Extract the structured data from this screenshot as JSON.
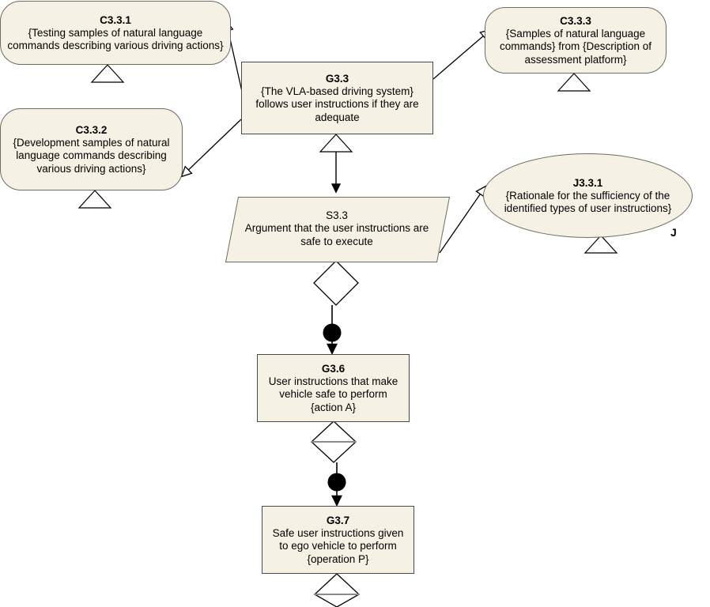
{
  "diagram": {
    "type": "gsn-assurance-case",
    "title": "",
    "background_color": "#ffffff",
    "node_fill_color": "#F5F1E4",
    "node_stroke_color": "#6e6a60",
    "connector_color": "#000000",
    "nodes": [
      {
        "key": "c331",
        "shape": "context",
        "id": "C3.3.1",
        "text": "{Testing samples of natural language commands describing various driving actions}",
        "has_module_marker": true
      },
      {
        "key": "c332",
        "shape": "context",
        "id": "C3.3.2",
        "text": "{Development samples of natural language commands describing various driving actions}",
        "has_module_marker": true
      },
      {
        "key": "c333",
        "shape": "context",
        "id": "C3.3.3",
        "text": "{Samples of natural language commands} from {Description of assessment platform}",
        "has_module_marker": true
      },
      {
        "key": "g33",
        "shape": "goal",
        "id": "G3.3",
        "text": "{The VLA-based driving system} follows user instructions if they are adequate",
        "has_module_marker": true
      },
      {
        "key": "j331",
        "shape": "justification",
        "id": "J3.3.1",
        "text": "{Rationale for the sufficiency of the identified types of user instructions}",
        "badge": "J",
        "has_module_marker": true
      },
      {
        "key": "s33",
        "shape": "strategy",
        "id": "S3.3",
        "text": "Argument that the user instructions are safe to execute",
        "has_undeveloped_marker": true
      },
      {
        "key": "g36",
        "shape": "goal",
        "id": "G3.6",
        "text": "User instructions that make vehicle safe to perform {action A}",
        "has_undeveloped_marker": true
      },
      {
        "key": "g37",
        "shape": "goal",
        "id": "G3.7",
        "text": "Safe user instructions given to ego vehicle to perform {operation P}",
        "has_undeveloped_marker": true
      }
    ],
    "connectors": [
      {
        "key": "g33-c331",
        "from": "G3.3",
        "to": "C3.3.1",
        "arrow": "hollow",
        "label": "in-context-of"
      },
      {
        "key": "g33-c332",
        "from": "G3.3",
        "to": "C3.3.2",
        "arrow": "hollow",
        "label": "in-context-of"
      },
      {
        "key": "g33-c333",
        "from": "G3.3",
        "to": "C3.3.3",
        "arrow": "hollow",
        "label": "in-context-of"
      },
      {
        "key": "g33-s33",
        "from": "G3.3",
        "to": "S3.3",
        "arrow": "solid",
        "label": "supported-by"
      },
      {
        "key": "s33-j331",
        "from": "S3.3",
        "to": "J3.3.1",
        "arrow": "hollow",
        "label": "in-context-of"
      },
      {
        "key": "s33-g36",
        "from": "S3.3",
        "to": "G3.6",
        "arrow": "solid-dot",
        "label": "supported-by"
      },
      {
        "key": "g36-g37",
        "from": "G3.6",
        "to": "G3.7",
        "arrow": "solid-dot",
        "label": "supported-by"
      }
    ]
  }
}
